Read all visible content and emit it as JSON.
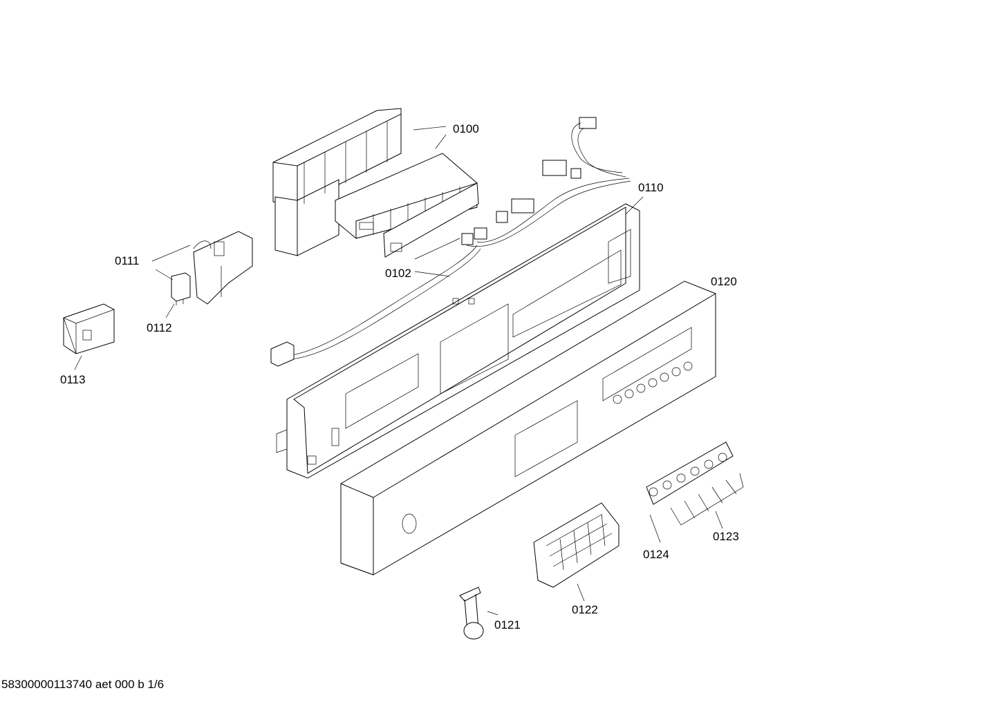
{
  "parts": [
    {
      "id": "p0100",
      "label": "0100"
    },
    {
      "id": "p0102",
      "label": "0102"
    },
    {
      "id": "p0110",
      "label": "0110"
    },
    {
      "id": "p0111",
      "label": "0111"
    },
    {
      "id": "p0112",
      "label": "0112"
    },
    {
      "id": "p0113",
      "label": "0113"
    },
    {
      "id": "p0120",
      "label": "0120"
    },
    {
      "id": "p0121",
      "label": "0121"
    },
    {
      "id": "p0122",
      "label": "0122"
    },
    {
      "id": "p0123",
      "label": "0123"
    },
    {
      "id": "p0124",
      "label": "0124"
    }
  ],
  "footer": {
    "text": "58300000113740 aet 000 b 1/6"
  }
}
